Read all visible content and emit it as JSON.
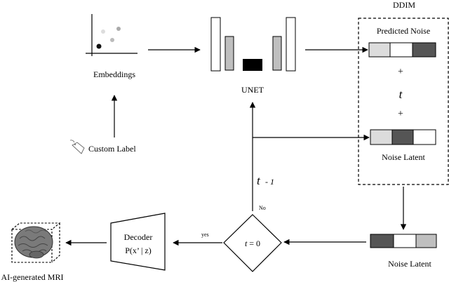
{
  "labels": {
    "ddim_title": "DDIM",
    "predicted_noise": "Predicted Noise",
    "plus_top": "+",
    "t_symbol": "t",
    "plus_bottom": "+",
    "noise_latent_inside": "Noise Latent",
    "embeddings": "Embeddings",
    "custom_label": "Custom Label",
    "unet": "UNET",
    "t_minus": "t",
    "minus_one": "- 1",
    "no": "No",
    "yes": "yes",
    "condition_t": "t",
    "condition_rest": " = 0",
    "decoder": "Decoder",
    "decoder_formula": "P(x’ | z)",
    "noise_latent_bottom": "Noise Latent",
    "output": "AI-generated MRI"
  },
  "colors": {
    "dark": "#555555",
    "mid_gray": "#bfbfbf",
    "light": "#dcdcdc",
    "black": "#000000"
  }
}
